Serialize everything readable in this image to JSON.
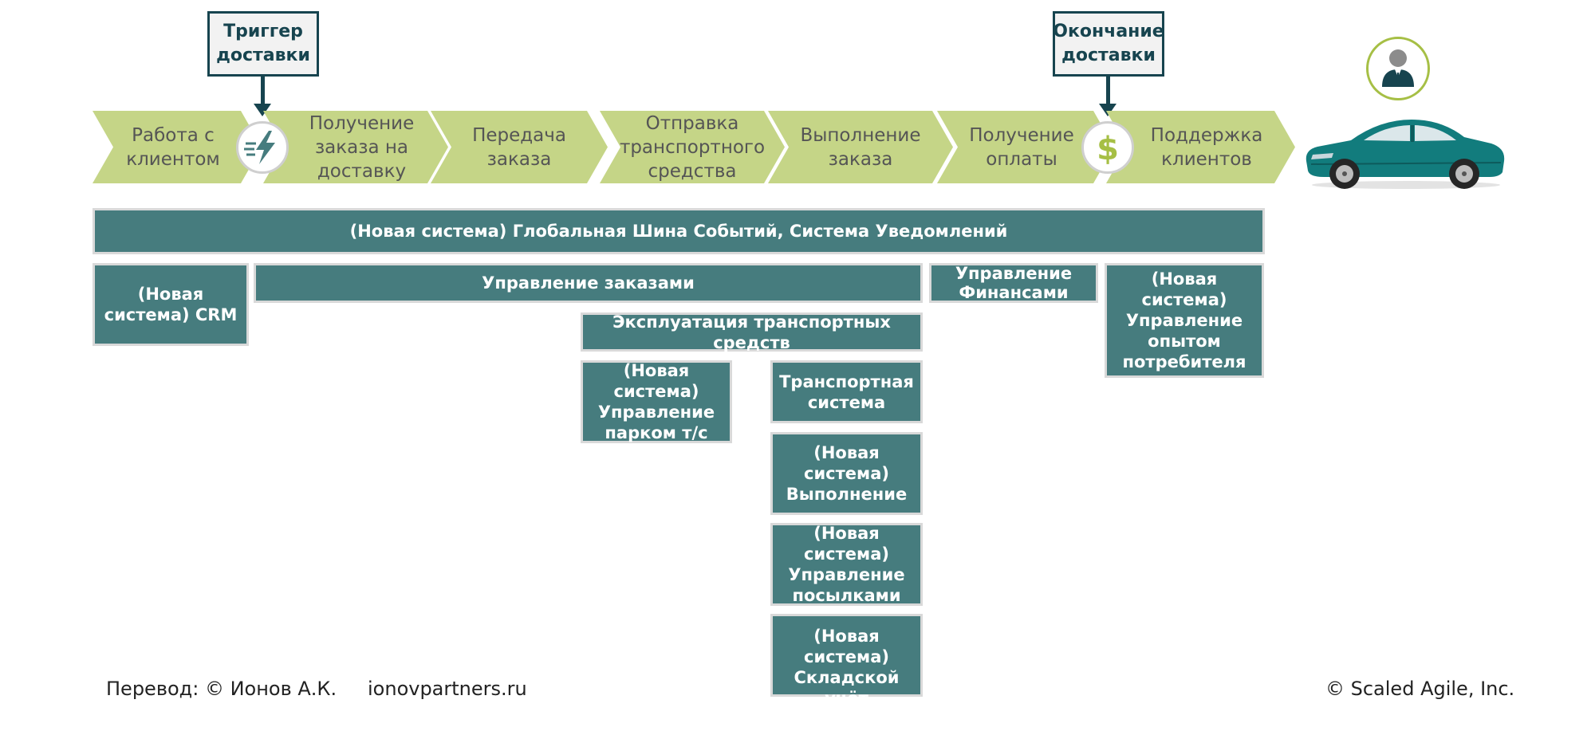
{
  "callouts": {
    "trigger": "Триггер доставки",
    "end": "Окончание доставки"
  },
  "stages": [
    "Работа с клиентом",
    "Получение заказа на доставку",
    "Передача заказа",
    "Отправка транспортного средства",
    "Выполнение заказа",
    "Получение оплаты",
    "Поддержка клиентов"
  ],
  "systems": {
    "event_bus": "(Новая система) Глобальная Шина Событий, Система Уведомлений",
    "crm": "(Новая система) CRM",
    "order_mgmt": "Управление заказами",
    "finance": "Управление Финансами",
    "cx": "(Новая система) Управление опытом потребителя",
    "vehicle_ops": "Эксплуатация транспортных средств",
    "fleet": "(Новая система) Управление парком т/с",
    "transport": "Транспортная система",
    "fulfillment": "(Новая система) Выполнение",
    "parcels": "(Новая система) Управление посылками",
    "warehouse": "(Новая система) Складской учёт"
  },
  "footer": {
    "translation": "Перевод: © Ионов А.К.",
    "site": "ionovpartners.ru",
    "copyright": "© Scaled Agile,  Inc."
  },
  "icons": {
    "trigger": "lightning-icon",
    "payment": "dollar-icon",
    "customer": "person-icon",
    "vehicle": "car-icon"
  },
  "colors": {
    "chevron": "#c5d587",
    "system": "#467c7e",
    "callout_border": "#17444f"
  }
}
